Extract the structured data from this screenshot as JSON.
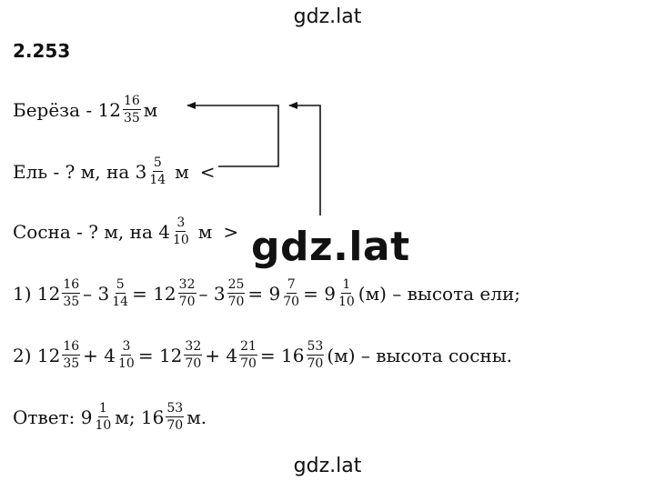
{
  "watermark": {
    "top": "gdz.lat",
    "center": "gdz.lat",
    "bottom": "gdz.lat"
  },
  "task_number": "2.253",
  "birch": {
    "label": "Берёза - 12",
    "frac_n": "16",
    "frac_d": "35",
    "unit": "м"
  },
  "spruce": {
    "label": "Ель - ? м, на 3",
    "frac_n": "5",
    "frac_d": "14",
    "unit": "м",
    "sign": "<"
  },
  "pine": {
    "label": "Сосна - ? м, на 4",
    "frac_n": "3",
    "frac_d": "10",
    "unit": "м",
    "sign": ">"
  },
  "step1": {
    "prefix": "1) 12",
    "a_n": "16",
    "a_d": "35",
    "op1": "– 3",
    "b_n": "5",
    "b_d": "14",
    "eq1": "= 12",
    "c_n": "32",
    "c_d": "70",
    "op2": "– 3",
    "d_n": "25",
    "d_d": "70",
    "eq2": "= 9",
    "e_n": "7",
    "e_d": "70",
    "eq3": "= 9",
    "f_n": "1",
    "f_d": "10",
    "suffix": "(м) – высота ели;"
  },
  "step2": {
    "prefix": "2) 12",
    "a_n": "16",
    "a_d": "35",
    "op1": "+ 4",
    "b_n": "3",
    "b_d": "10",
    "eq1": "= 12",
    "c_n": "32",
    "c_d": "70",
    "op2": "+ 4",
    "d_n": "21",
    "d_d": "70",
    "eq2": "= 16",
    "e_n": "53",
    "e_d": "70",
    "suffix": "(м) – высота сосны."
  },
  "answer": {
    "prefix": "Ответ: 9",
    "a_n": "1",
    "a_d": "10",
    "mid": "м; 16",
    "b_n": "53",
    "b_d": "70",
    "suffix": "м."
  }
}
